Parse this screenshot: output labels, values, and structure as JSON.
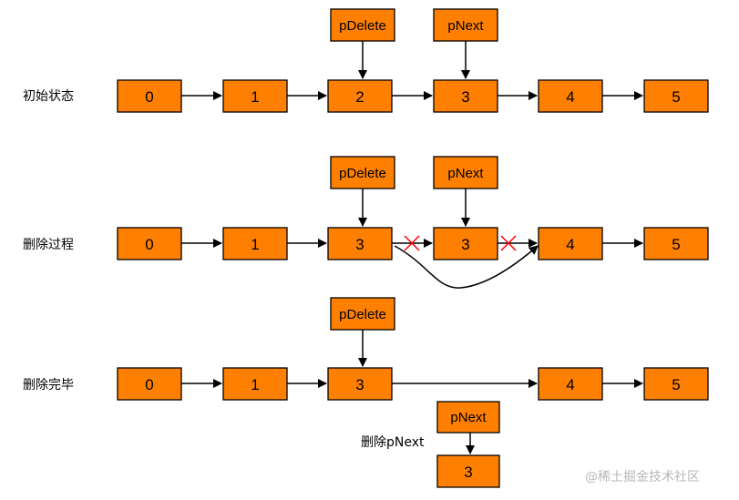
{
  "colors": {
    "node_fill": "#ff8000",
    "stroke": "#000000",
    "cross": "#ff0000",
    "watermark": "#b8b8b8"
  },
  "rows": [
    {
      "label": "初始状态",
      "nodes": [
        "0",
        "1",
        "2",
        "3",
        "4",
        "5"
      ],
      "pointers": [
        {
          "name": "pDelete",
          "target_index": 2
        },
        {
          "name": "pNext",
          "target_index": 3
        }
      ]
    },
    {
      "label": "删除过程",
      "nodes": [
        "0",
        "1",
        "3",
        "3",
        "4",
        "5"
      ],
      "pointers": [
        {
          "name": "pDelete",
          "target_index": 2
        },
        {
          "name": "pNext",
          "target_index": 3
        }
      ],
      "removed_links": [
        [
          2,
          3
        ],
        [
          3,
          4
        ]
      ],
      "bypass_link": [
        2,
        4
      ]
    },
    {
      "label": "删除完毕",
      "nodes": [
        "0",
        "1",
        "3",
        "4",
        "5"
      ],
      "pointers": [
        {
          "name": "pDelete",
          "target_index": 2
        }
      ]
    }
  ],
  "deleted": {
    "label": "删除pNext",
    "pointer": "pNext",
    "node": "3"
  },
  "watermark": "@稀土掘金技术社区"
}
